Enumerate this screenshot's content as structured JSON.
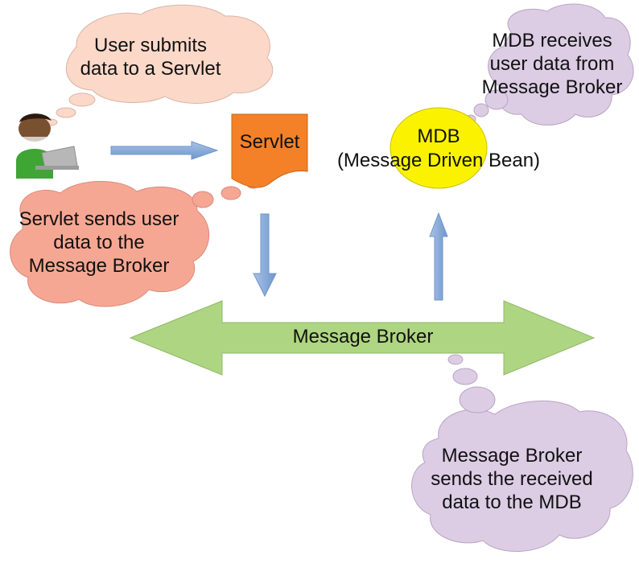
{
  "bubbles": {
    "user_submits": [
      "User submits",
      "data to a Servlet"
    ],
    "servlet_sends": [
      "Servlet sends user",
      "data to the",
      "Message Broker"
    ],
    "mdb_receives": [
      "MDB receives",
      "user data from",
      "Message Broker"
    ],
    "broker_sends": [
      "Message Broker",
      "sends the received",
      "data to the MDB"
    ]
  },
  "nodes": {
    "servlet": "Servlet",
    "mdb_title": "MDB",
    "mdb_subtitle": "(Message Driven Bean)",
    "broker": "Message Broker"
  },
  "colors": {
    "cloud_peach": "#fcd8c8",
    "cloud_salmon": "#f6a793",
    "cloud_lilac": "#dccce4",
    "servlet_fill": "#f48127",
    "mdb_fill": "#fbf200",
    "broker_fill": "#aed581",
    "arrow_blue": "#6f96cd",
    "arrow_blue_light": "#a8c2e6",
    "person_skin": "#7a5130",
    "person_shirt": "#3fa535",
    "laptop": "#b7b7b7"
  }
}
